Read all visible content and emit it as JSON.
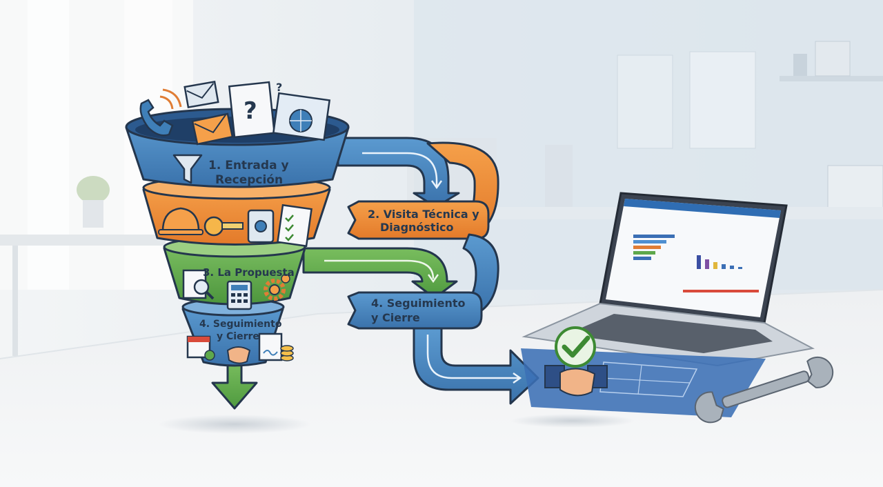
{
  "funnel": {
    "stage1": {
      "line1": "1. Entrada y",
      "line2": "Recepción"
    },
    "stage3": {
      "line1": "3. La Propuesta"
    },
    "stage4": {
      "line1": "4. Seguimiento",
      "line2": "y Cierre"
    }
  },
  "ribbons": {
    "stage2": {
      "line1": "2. Visita Técnica y",
      "line2": "Diagnóstico"
    },
    "stage4": {
      "line1": "4. Seguimiento",
      "line2": "y Cierre"
    }
  },
  "colors": {
    "blue": "#3f7fb8",
    "orange": "#ef8a35",
    "green": "#5ea84c",
    "outline": "#24364d"
  },
  "icons": {
    "top": [
      "phone-icon",
      "envelope-icon",
      "question-notepad-icon",
      "globe-window-icon"
    ],
    "orange": [
      "hard-hat-icon",
      "tape-measure-icon",
      "camera-tablet-icon",
      "clipboard-checklist-icon"
    ],
    "green": [
      "document-magnifier-icon",
      "calculator-icon",
      "gear-icon"
    ],
    "blue-bottom": [
      "calendar-icon",
      "handshake-icon",
      "signed-document-icon",
      "coin-stack-icon"
    ],
    "destination": [
      "check-badge-icon",
      "handshake-icon",
      "laptop-dashboard",
      "blueprint",
      "wrench-icon"
    ]
  }
}
